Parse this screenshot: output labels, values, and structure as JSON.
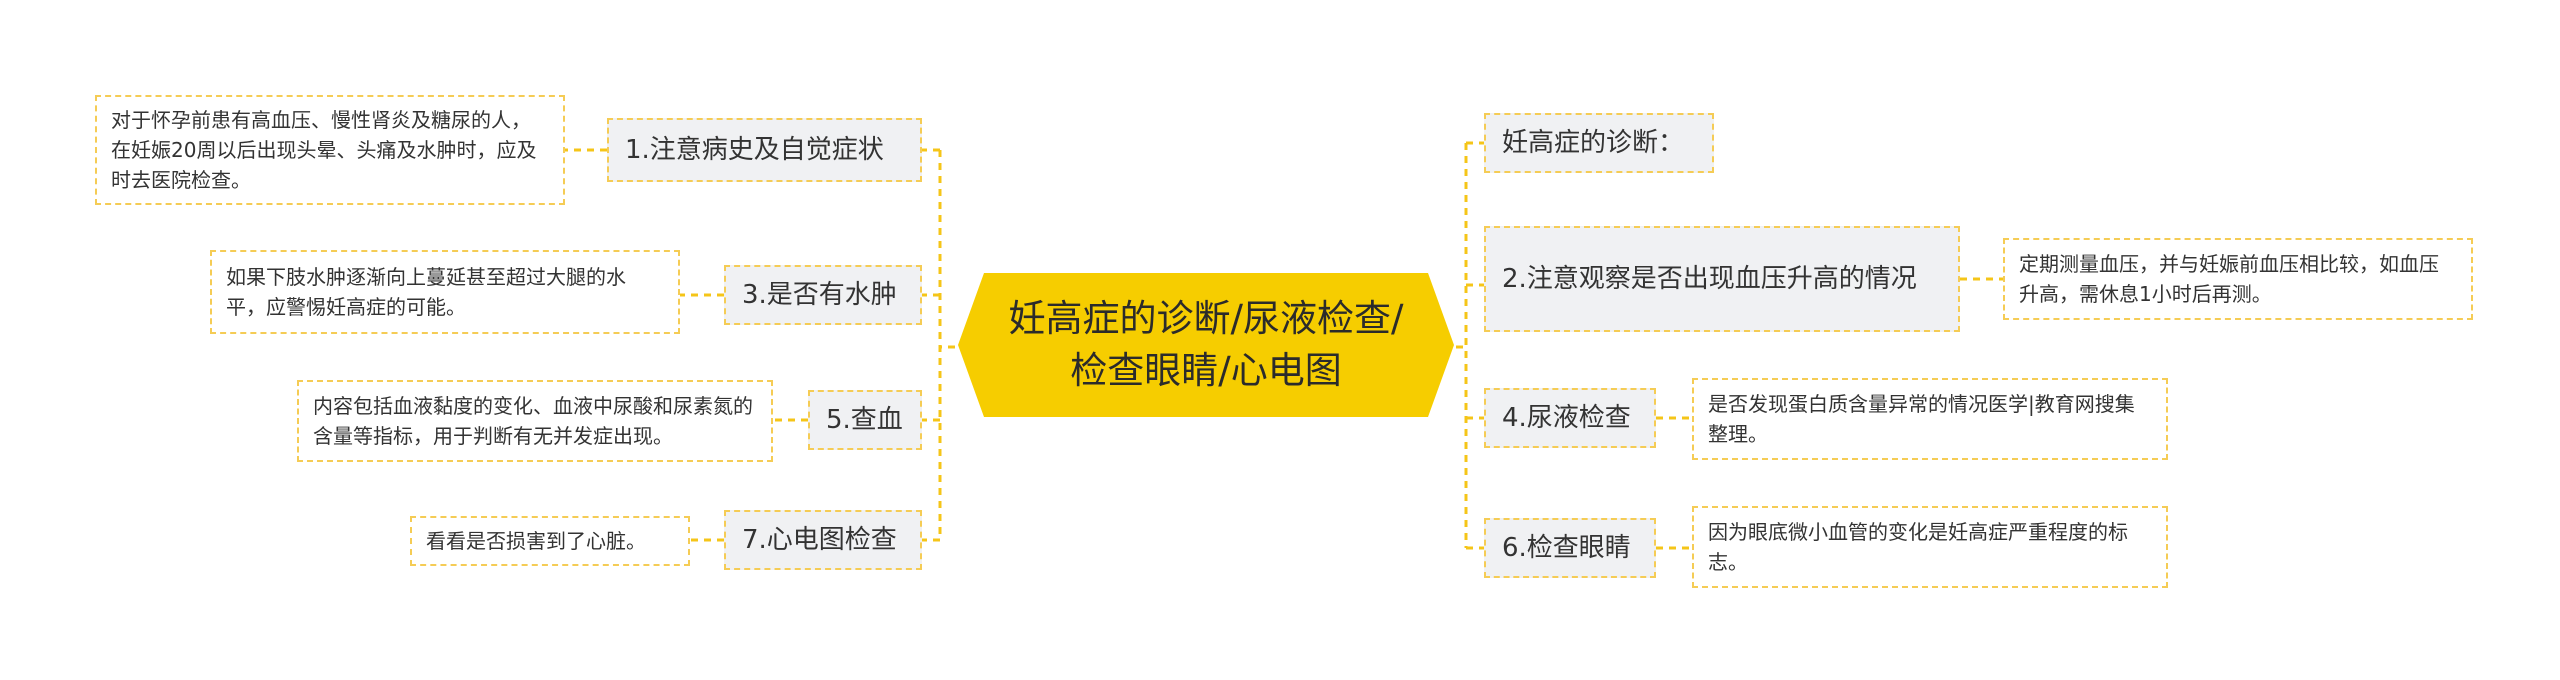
{
  "colors": {
    "center_fill": "#f6cd00",
    "connector": "#f5c518",
    "branch_fill": "#f0f1f3",
    "dashed_border": "#f5cc55"
  },
  "center": {
    "title": "妊高症的诊断/尿液检查/检查眼睛/心电图"
  },
  "left_branches": [
    {
      "label": "1.注意病史及自觉症状",
      "detail": "对于怀孕前患有高血压、慢性肾炎及糖尿的人，在妊娠20周以后出现头晕、头痛及水肿时，应及时去医院检查。"
    },
    {
      "label": "3.是否有水肿",
      "detail": "如果下肢水肿逐渐向上蔓延甚至超过大腿的水平，应警惕妊高症的可能。"
    },
    {
      "label": "5.查血",
      "detail": "内容包括血液黏度的变化、血液中尿酸和尿素氮的含量等指标，用于判断有无并发症出现。"
    },
    {
      "label": "7.心电图检查",
      "detail": "看看是否损害到了心脏。"
    }
  ],
  "right_branches": [
    {
      "label": "妊高症的诊断："
    },
    {
      "label": "2.注意观察是否出现血压升高的情况",
      "detail": "定期测量血压，并与妊娠前血压相比较，如血压升高，需休息1小时后再测。"
    },
    {
      "label": "4.尿液检查",
      "detail": "是否发现蛋白质含量异常的情况医学|教育网搜集整理。"
    },
    {
      "label": "6.检查眼睛",
      "detail": "因为眼底微小血管的变化是妊高症严重程度的标志。"
    }
  ]
}
